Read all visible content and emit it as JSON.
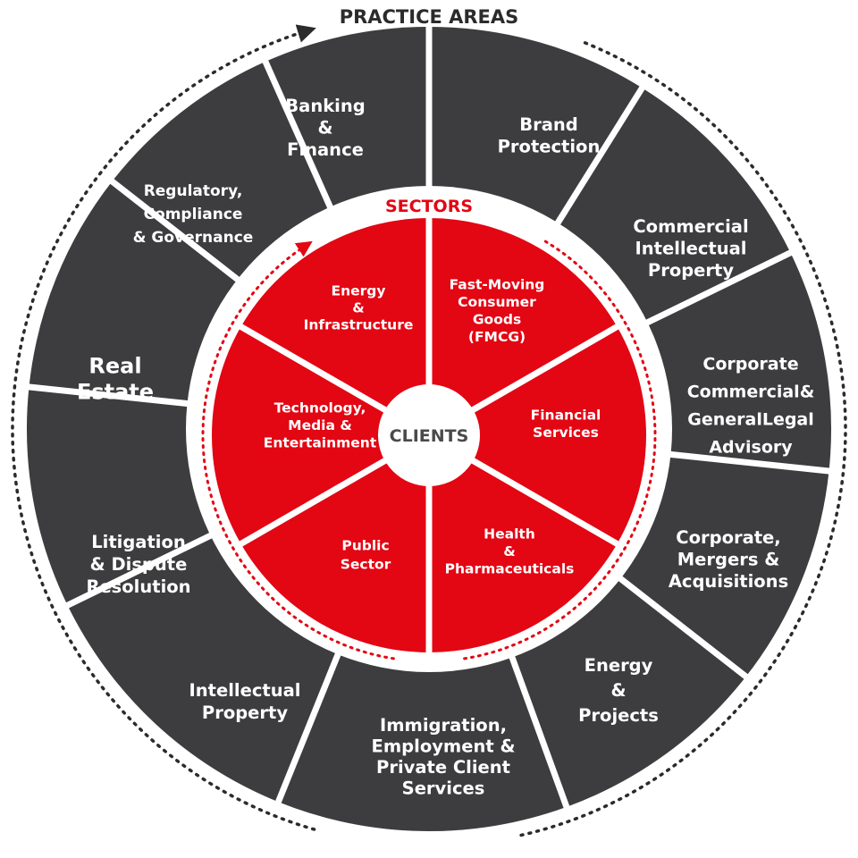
{
  "titles": {
    "practice_areas": "PRACTICE AREAS",
    "sectors": "SECTORS",
    "hub": "CLIENTS"
  },
  "colors": {
    "outer_ring": "#3d3d3f",
    "sector_fill": "#e30613",
    "divider": "#ffffff",
    "dotted_arrow_outer": "#2b2b2b",
    "dotted_arrow_inner": "#e30613",
    "hub_fill": "#ffffff",
    "hub_text": "#4a4a4a"
  },
  "practice_areas": [
    {
      "lines": [
        "Banking",
        "&",
        "Finance"
      ]
    },
    {
      "lines": [
        "Brand",
        "Protection"
      ]
    },
    {
      "lines": [
        "Commercial",
        "Intellectual",
        "Property"
      ]
    },
    {
      "lines": [
        "Corporate",
        "Commercial&",
        "GeneralLegal",
        "Advisory"
      ]
    },
    {
      "lines": [
        "Corporate,",
        "Mergers &",
        "Acquisitions"
      ]
    },
    {
      "lines": [
        "Energy",
        "&",
        "Projects"
      ]
    },
    {
      "lines": [
        "Immigration,",
        "Employment &",
        "Private Client",
        "Services"
      ]
    },
    {
      "lines": [
        "Intellectual",
        "Property"
      ]
    },
    {
      "lines": [
        "Litigation",
        "& Dispute",
        "Resolution"
      ]
    },
    {
      "lines": [
        "Real",
        "Estate"
      ]
    },
    {
      "lines": [
        "Regulatory,",
        "Compliance",
        "& Governance"
      ]
    }
  ],
  "sectors": [
    {
      "lines": [
        "Fast-Moving",
        "Consumer",
        "Goods",
        "(FMCG)"
      ]
    },
    {
      "lines": [
        "Financial",
        "Services"
      ]
    },
    {
      "lines": [
        "Health",
        "&",
        "Pharmaceuticals"
      ]
    },
    {
      "lines": [
        "Public",
        "Sector"
      ]
    },
    {
      "lines": [
        "Technology,",
        "Media &",
        "Entertainment"
      ]
    },
    {
      "lines": [
        "Energy",
        "&",
        "Infrastructure"
      ]
    }
  ]
}
